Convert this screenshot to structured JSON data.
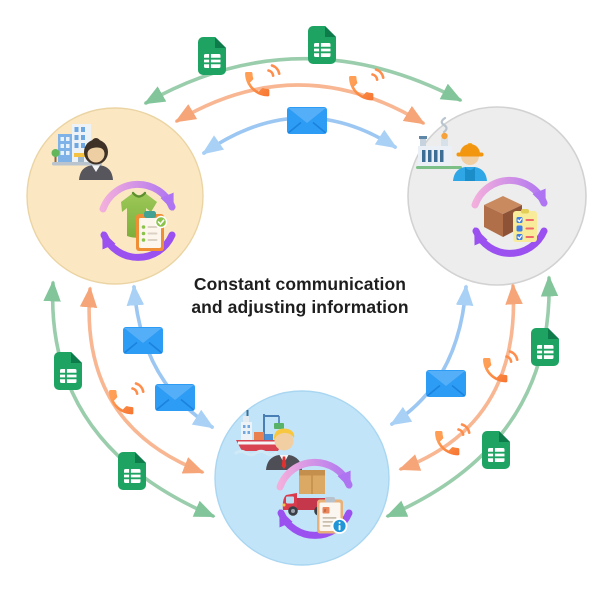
{
  "caption": {
    "line1": "Constant communication",
    "line2": "and adjusting information"
  },
  "diagram": {
    "type": "circular-communication-flow",
    "nodes": [
      {
        "id": "retailer-node",
        "fill": "#FBE8C3",
        "icons": [
          "city-office-icon",
          "businesswoman-icon",
          "t-shirt-icon",
          "order-clipboard-icon",
          "sync-cycle-icon"
        ]
      },
      {
        "id": "manufacturer-node",
        "fill": "#EDEDED",
        "icons": [
          "factory-icon",
          "factory-worker-icon",
          "cardboard-box-icon",
          "production-checklist-icon",
          "sync-cycle-icon"
        ]
      },
      {
        "id": "logistics-node",
        "fill": "#C2E4F8",
        "icons": [
          "cargo-ship-icon",
          "courier-businessman-icon",
          "delivery-truck-icon",
          "shipping-info-clipboard-icon",
          "sync-cycle-icon"
        ]
      }
    ],
    "edges": [
      {
        "between": [
          "retailer-node",
          "manufacturer-node"
        ],
        "bidirectional": true,
        "channels": [
          {
            "type": "spreadsheet",
            "icon_count": 2
          },
          {
            "type": "phone-call",
            "icon_count": 2
          },
          {
            "type": "email",
            "icon_count": 1
          }
        ]
      },
      {
        "between": [
          "retailer-node",
          "logistics-node"
        ],
        "bidirectional": true,
        "channels": [
          {
            "type": "spreadsheet",
            "icon_count": 2
          },
          {
            "type": "phone-call",
            "icon_count": 1
          },
          {
            "type": "email",
            "icon_count": 2
          }
        ]
      },
      {
        "between": [
          "manufacturer-node",
          "logistics-node"
        ],
        "bidirectional": true,
        "channels": [
          {
            "type": "spreadsheet",
            "icon_count": 2
          },
          {
            "type": "phone-call",
            "icon_count": 2
          },
          {
            "type": "email",
            "icon_count": 1
          }
        ]
      }
    ]
  },
  "colors": {
    "arc-green": "#9ACDAB",
    "arc-green-head": "#82C59A",
    "arc-orange": "#F8B792",
    "arc-orange-head": "#F5A578",
    "arc-blue": "#9CC7F2",
    "arc-blue-head": "#A9D1F6",
    "sheet-green": "#1EA362",
    "sheet-green-dark": "#0E7C4A",
    "envelope-blue": "#2D9CF4",
    "envelope-flap": "#55AEF8",
    "cycle-purple": "#9B51F0",
    "cycle-pink": "#F2AEDC",
    "cycle-violet": "#AE74F1",
    "node-retailer": "#FBE8C3",
    "node-retailer-border": "#EBD4A4",
    "node-manufacturer": "#EDEDED",
    "node-manufacturer-border": "#D2D2D2",
    "node-logistics": "#C2E4F8",
    "node-logistics-border": "#A9D6F1",
    "caption-color": "#1E1E1E",
    "phone-orange-1": "#FF9E55",
    "phone-orange-2": "#ED4A0D",
    "phone-wave": "#FF8E4D"
  }
}
